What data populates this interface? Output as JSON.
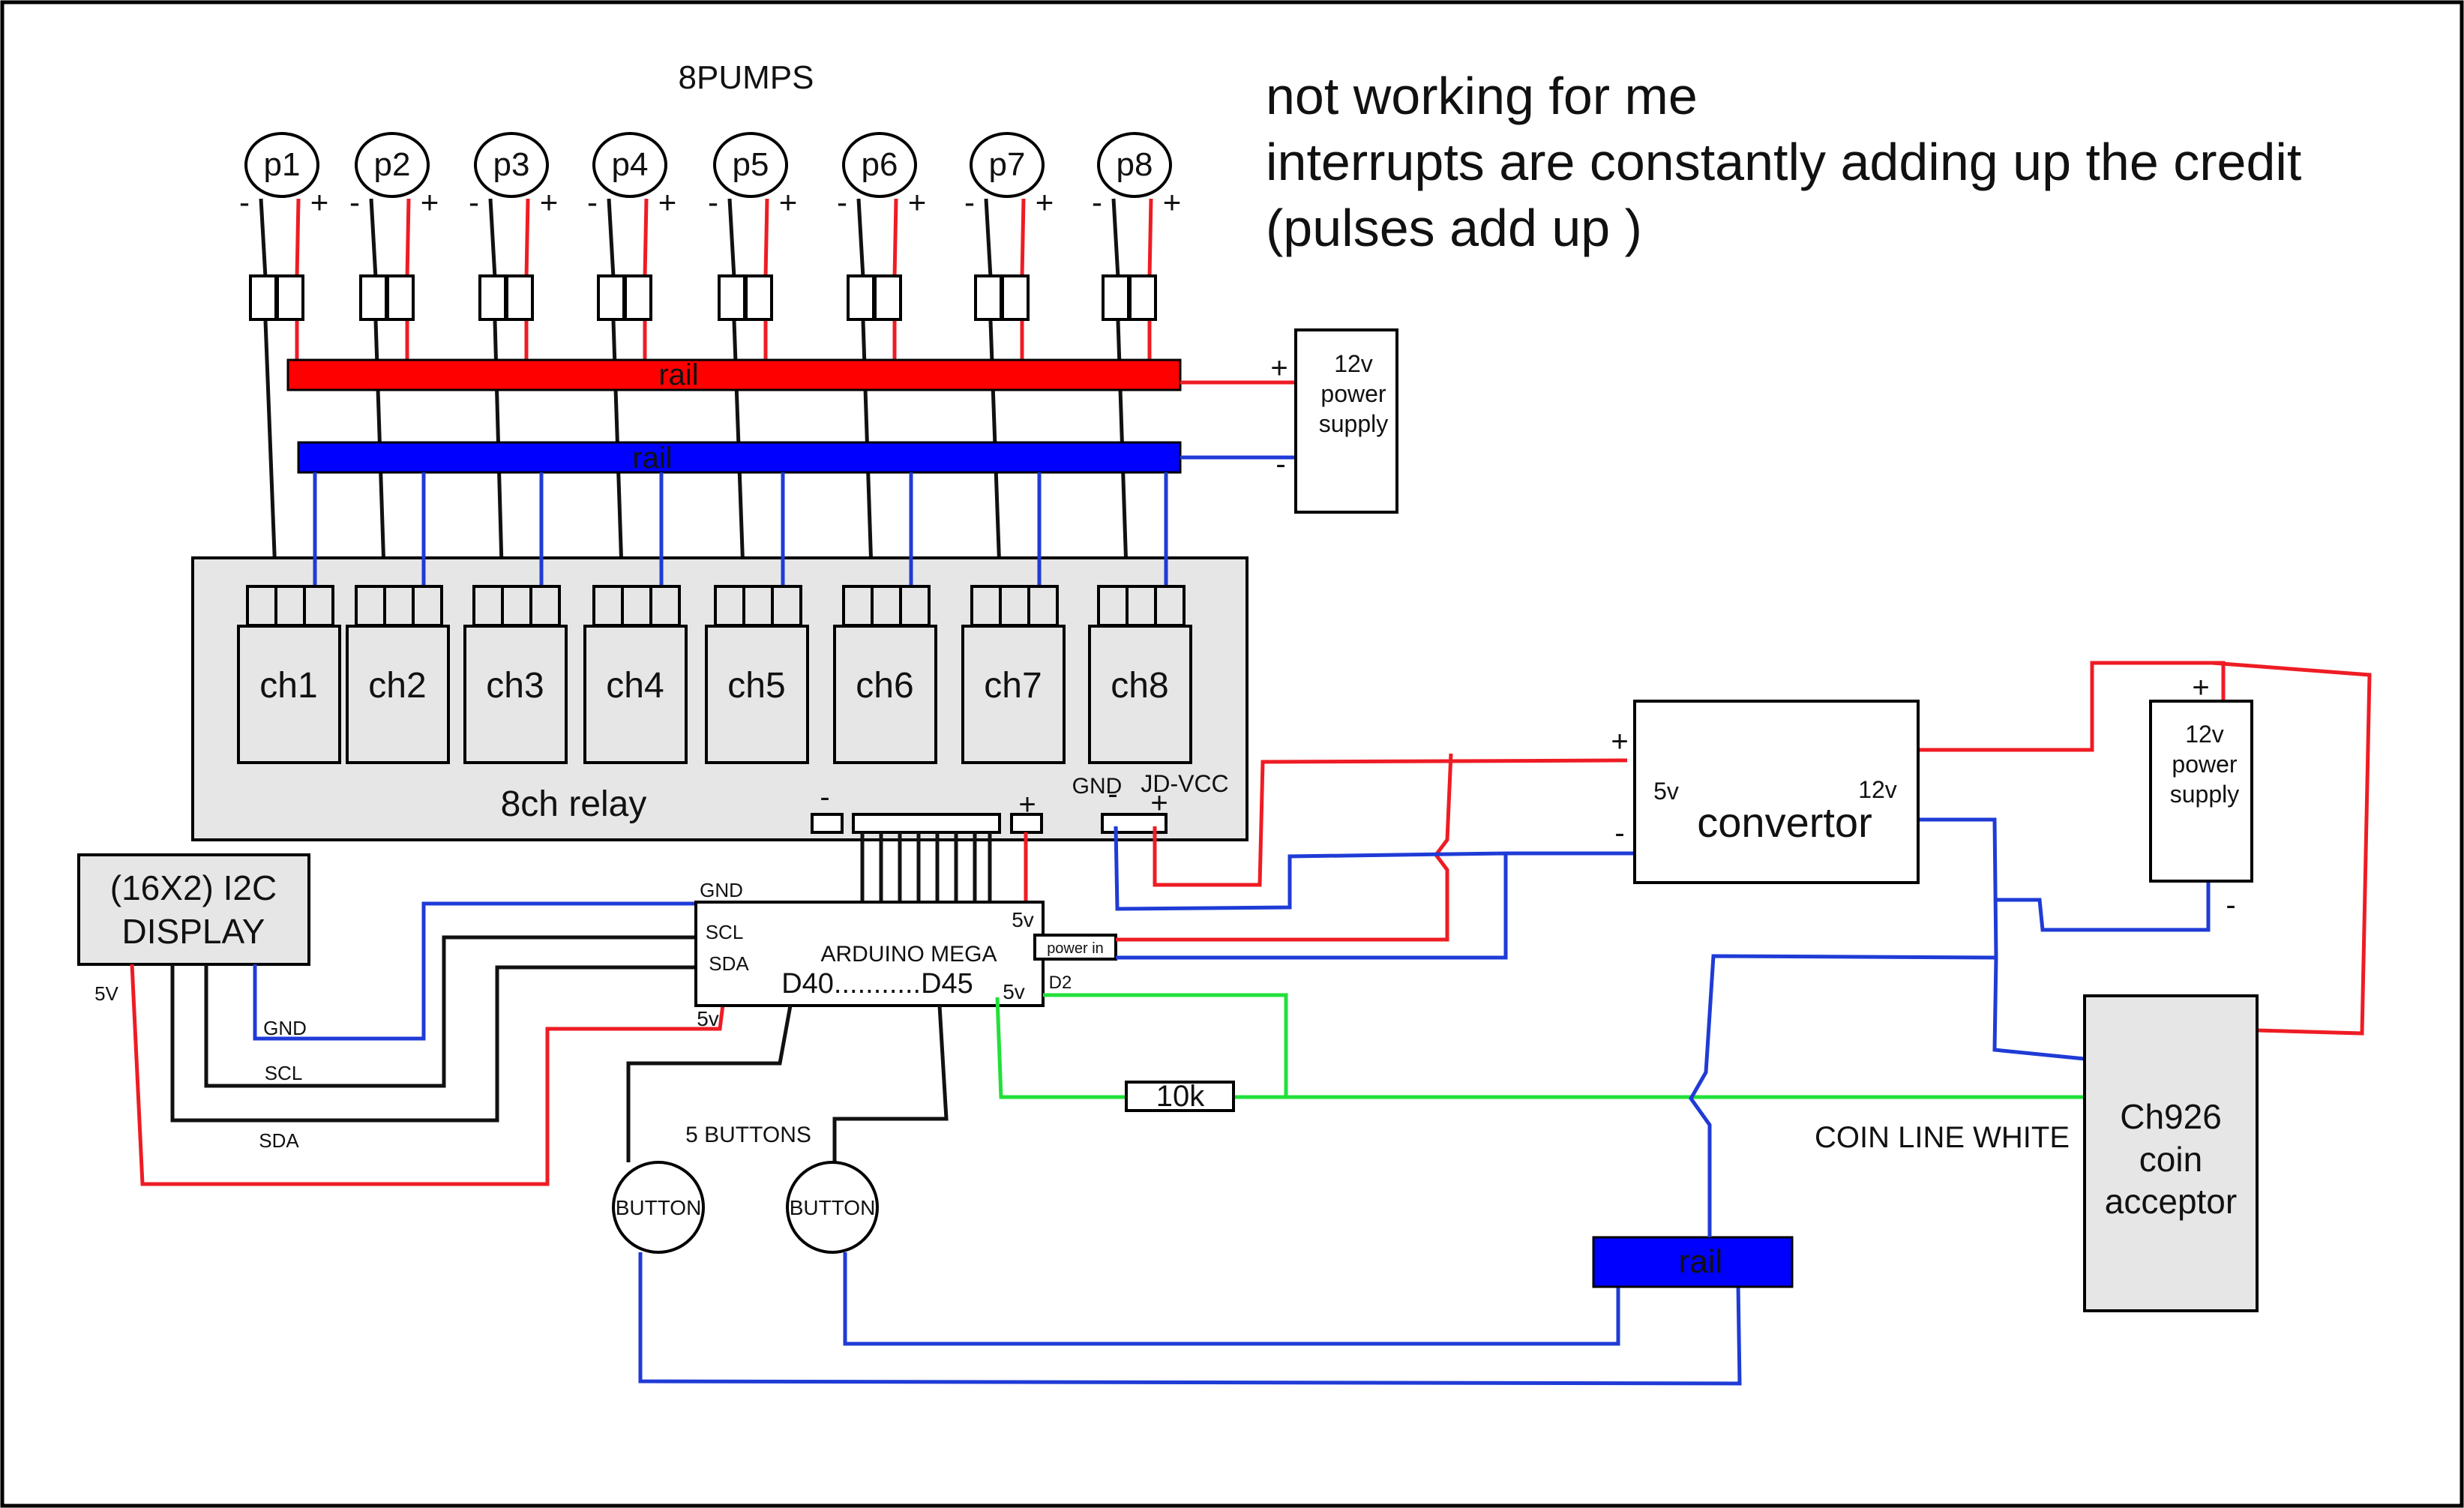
{
  "title": "8PUMPS",
  "note": {
    "line1": "not working for me",
    "line2": "interrupts are constantly adding up the credit",
    "line3": "(pulses add up )"
  },
  "pumps": [
    {
      "label": "p1",
      "minus": "-",
      "plus": "+"
    },
    {
      "label": "p2",
      "minus": "-",
      "plus": "+"
    },
    {
      "label": "p3",
      "minus": "-",
      "plus": "+"
    },
    {
      "label": "p4",
      "minus": "-",
      "plus": "+"
    },
    {
      "label": "p5",
      "minus": "-",
      "plus": "+"
    },
    {
      "label": "p6",
      "minus": "-",
      "plus": "+"
    },
    {
      "label": "p7",
      "minus": "-",
      "plus": "+"
    },
    {
      "label": "p8",
      "minus": "-",
      "plus": "+"
    }
  ],
  "rails": {
    "red": "rail",
    "blue": "rail",
    "bottom": "rail"
  },
  "psu_top": {
    "line1": "12v",
    "line2": "power",
    "line3": "supply",
    "plus": "+",
    "minus": "-"
  },
  "psu_right": {
    "line1": "12v",
    "line2": "power",
    "line3": "supply",
    "plus": "+",
    "minus": "-"
  },
  "relay": {
    "label": "8ch relay",
    "channels": [
      "ch1",
      "ch2",
      "ch3",
      "ch4",
      "ch5",
      "ch6",
      "ch7",
      "ch8"
    ],
    "minus": "-",
    "plus": "+",
    "gnd": "GND",
    "jdvcc": "JD-VCC"
  },
  "display": {
    "line1": "(16X2) I2C",
    "line2": "DISPLAY",
    "v5": "5V",
    "gnd": "GND",
    "scl": "SCL",
    "sda": "SDA"
  },
  "arduino": {
    "label": "ARDUINO MEGA",
    "gnd": "GND",
    "scl": "SCL",
    "sda": "SDA",
    "pins": "D40...........D45",
    "v5_top": "5v",
    "v5_bottom_left": "5v",
    "v5_bottom_right": "5v",
    "power_in": "power in",
    "d2": "D2"
  },
  "buttons": {
    "caption": "5 BUTTONS",
    "b1": "BUTTON",
    "b2": "BUTTON"
  },
  "resistor": "10k",
  "converter": {
    "label": "convertor",
    "in": "5v",
    "out": "12v",
    "plus": "+",
    "minus": "-"
  },
  "coin": {
    "line1": "Ch926",
    "line2": "coin",
    "line3": "acceptor",
    "wire": "COIN LINE WHITE"
  },
  "colors": {
    "positive": "#ee1c24",
    "negative": "#1f3bd6",
    "signal": "#22e03a",
    "wire": "#111111",
    "panel": "#e6e6e6"
  }
}
